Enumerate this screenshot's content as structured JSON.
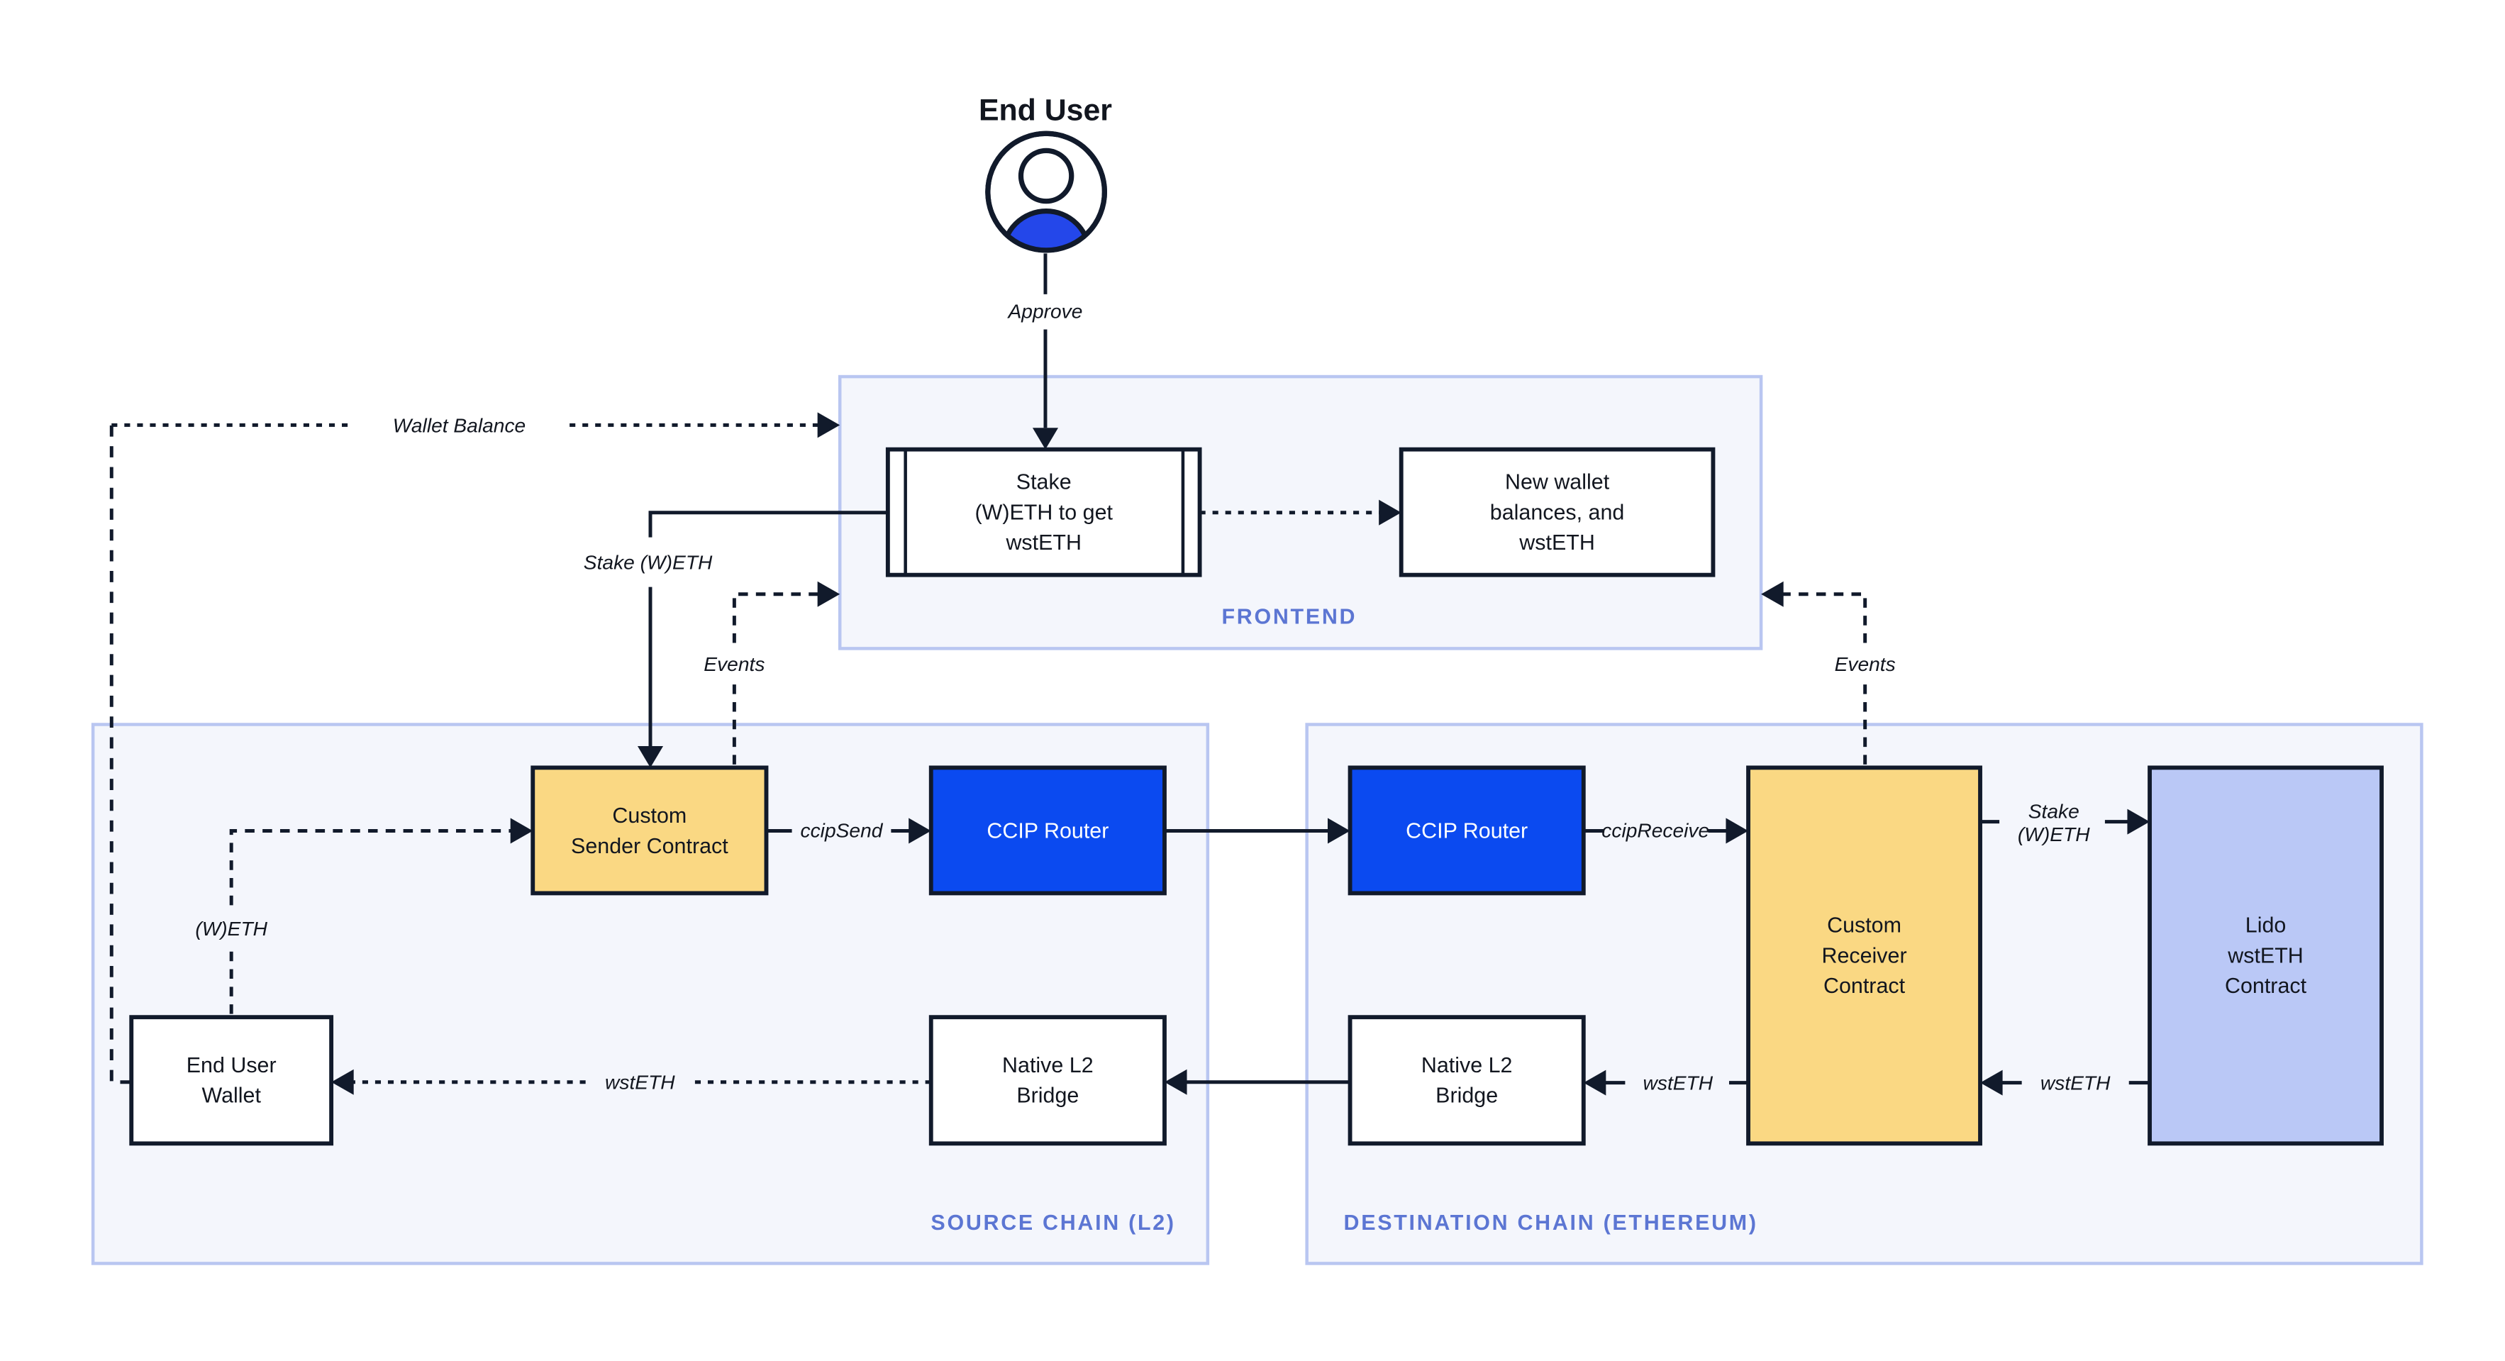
{
  "colors": {
    "ink": "#111A2B",
    "text": "#12161F",
    "node-blue": "#0B4AF0",
    "node-yellow": "#FAD883",
    "node-periwinkle": "#BAC8F6",
    "node-white": "#FFFFFF",
    "container-fill": "#F4F6FC",
    "container-border": "#B9C6F1",
    "container-label": "#5C76D3",
    "avatar-body": "#2447EA",
    "canvas": "#FFFFFF"
  },
  "actor": {
    "label": "End User",
    "icon": "person-icon"
  },
  "frontend": {
    "label": "FRONTEND",
    "stake_box": {
      "lines": [
        "Stake",
        "(W)ETH to get",
        "wstETH"
      ]
    },
    "new_wallet_box": {
      "lines": [
        "New wallet",
        "balances, and",
        "wstETH"
      ]
    }
  },
  "source_chain": {
    "label": "SOURCE CHAIN (L2)",
    "custom_sender": {
      "lines": [
        "Custom",
        "Sender Contract"
      ]
    },
    "ccip_router": {
      "label": "CCIP Router"
    },
    "end_user_wallet": {
      "lines": [
        "End User",
        "Wallet"
      ]
    },
    "native_bridge": {
      "lines": [
        "Native L2",
        "Bridge"
      ]
    }
  },
  "destination_chain": {
    "label": "DESTINATION CHAIN (ETHEREUM)",
    "ccip_router": {
      "label": "CCIP Router"
    },
    "custom_receiver": {
      "lines": [
        "Custom",
        "Receiver",
        "Contract"
      ]
    },
    "lido_contract": {
      "lines": [
        "Lido",
        "wstETH",
        "Contract"
      ]
    },
    "native_bridge": {
      "lines": [
        "Native L2",
        "Bridge"
      ]
    }
  },
  "edge_labels": {
    "approve": "Approve",
    "wallet_balance": "Wallet Balance",
    "stake_weth": "Stake (W)ETH",
    "events_left": "Events",
    "events_right": "Events",
    "weth": "(W)ETH",
    "ccip_send": "ccipSend",
    "ccip_receive": "ccipReceive",
    "wsteth_to_wallet": "wstETH",
    "wsteth_receiver_to_bridge": "wstETH",
    "wsteth_lido_to_receiver": "wstETH",
    "stake_weth_dest": [
      "Stake",
      "(W)ETH"
    ]
  }
}
